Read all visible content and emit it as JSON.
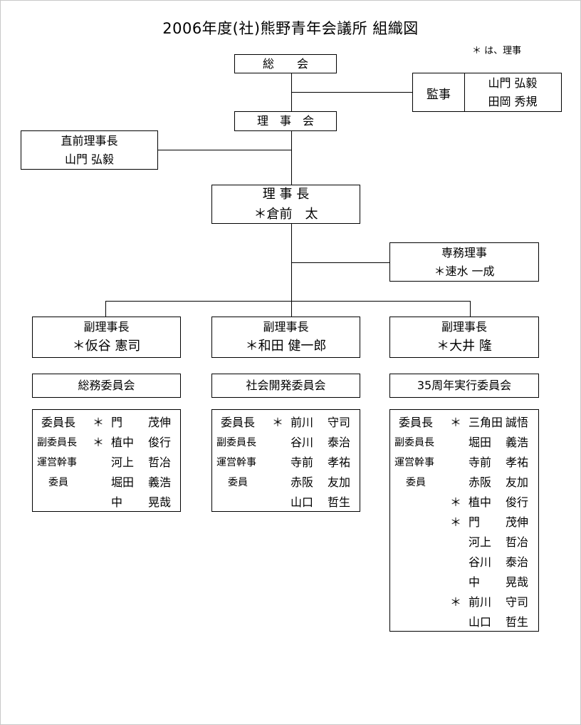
{
  "title": "2006年度(社)熊野青年会議所 組織図",
  "note": "＊ は、理事",
  "general_assembly": "総　　会",
  "auditor": {
    "label": "監事",
    "names": [
      "山門 弘毅",
      "田岡 秀規"
    ]
  },
  "board": "理　事　会",
  "past_president": {
    "title": "直前理事長",
    "name": "山門 弘毅"
  },
  "president": {
    "title": "理 事 長",
    "name": "＊倉前　太"
  },
  "executive_director": {
    "title": "専務理事",
    "name": "＊速水 一成"
  },
  "vice_presidents": [
    {
      "title": "副理事長",
      "name": "＊仮谷 憲司"
    },
    {
      "title": "副理事長",
      "name": "＊和田 健一郎"
    },
    {
      "title": "副理事長",
      "name": "＊大井 隆"
    }
  ],
  "committees": [
    {
      "name": "総務委員会",
      "members": [
        {
          "role": "委員長",
          "star": "＊",
          "surname": "門",
          "given": "茂伸"
        },
        {
          "role": "副委員長",
          "star": "＊",
          "surname": "植中",
          "given": "俊行"
        },
        {
          "role": "運営幹事",
          "star": "",
          "surname": "河上",
          "given": "哲冶"
        },
        {
          "role": "委員",
          "star": "",
          "surname": "堀田",
          "given": "義浩"
        },
        {
          "role": "",
          "star": "",
          "surname": "中",
          "given": "晃哉"
        }
      ]
    },
    {
      "name": "社会開発委員会",
      "members": [
        {
          "role": "委員長",
          "star": "＊",
          "surname": "前川",
          "given": "守司"
        },
        {
          "role": "副委員長",
          "star": "",
          "surname": "谷川",
          "given": "泰治"
        },
        {
          "role": "運営幹事",
          "star": "",
          "surname": "寺前",
          "given": "孝祐"
        },
        {
          "role": "委員",
          "star": "",
          "surname": "赤阪",
          "given": "友加"
        },
        {
          "role": "",
          "star": "",
          "surname": "山口",
          "given": "哲生"
        }
      ]
    },
    {
      "name": "35周年実行委員会",
      "members": [
        {
          "role": "委員長",
          "star": "＊",
          "surname": "三角田",
          "given": "誠悟"
        },
        {
          "role": "副委員長",
          "star": "",
          "surname": "堀田",
          "given": "義浩"
        },
        {
          "role": "運営幹事",
          "star": "",
          "surname": "寺前",
          "given": "孝祐"
        },
        {
          "role": "委員",
          "star": "",
          "surname": "赤阪",
          "given": "友加"
        },
        {
          "role": "",
          "star": "＊",
          "surname": "植中",
          "given": "俊行"
        },
        {
          "role": "",
          "star": "＊",
          "surname": "門",
          "given": "茂伸"
        },
        {
          "role": "",
          "star": "",
          "surname": "河上",
          "given": "哲冶"
        },
        {
          "role": "",
          "star": "",
          "surname": "谷川",
          "given": "泰治"
        },
        {
          "role": "",
          "star": "",
          "surname": "中",
          "given": "晃哉"
        },
        {
          "role": "",
          "star": "＊",
          "surname": "前川",
          "given": "守司"
        },
        {
          "role": "",
          "star": "",
          "surname": "山口",
          "given": "哲生"
        }
      ]
    }
  ]
}
